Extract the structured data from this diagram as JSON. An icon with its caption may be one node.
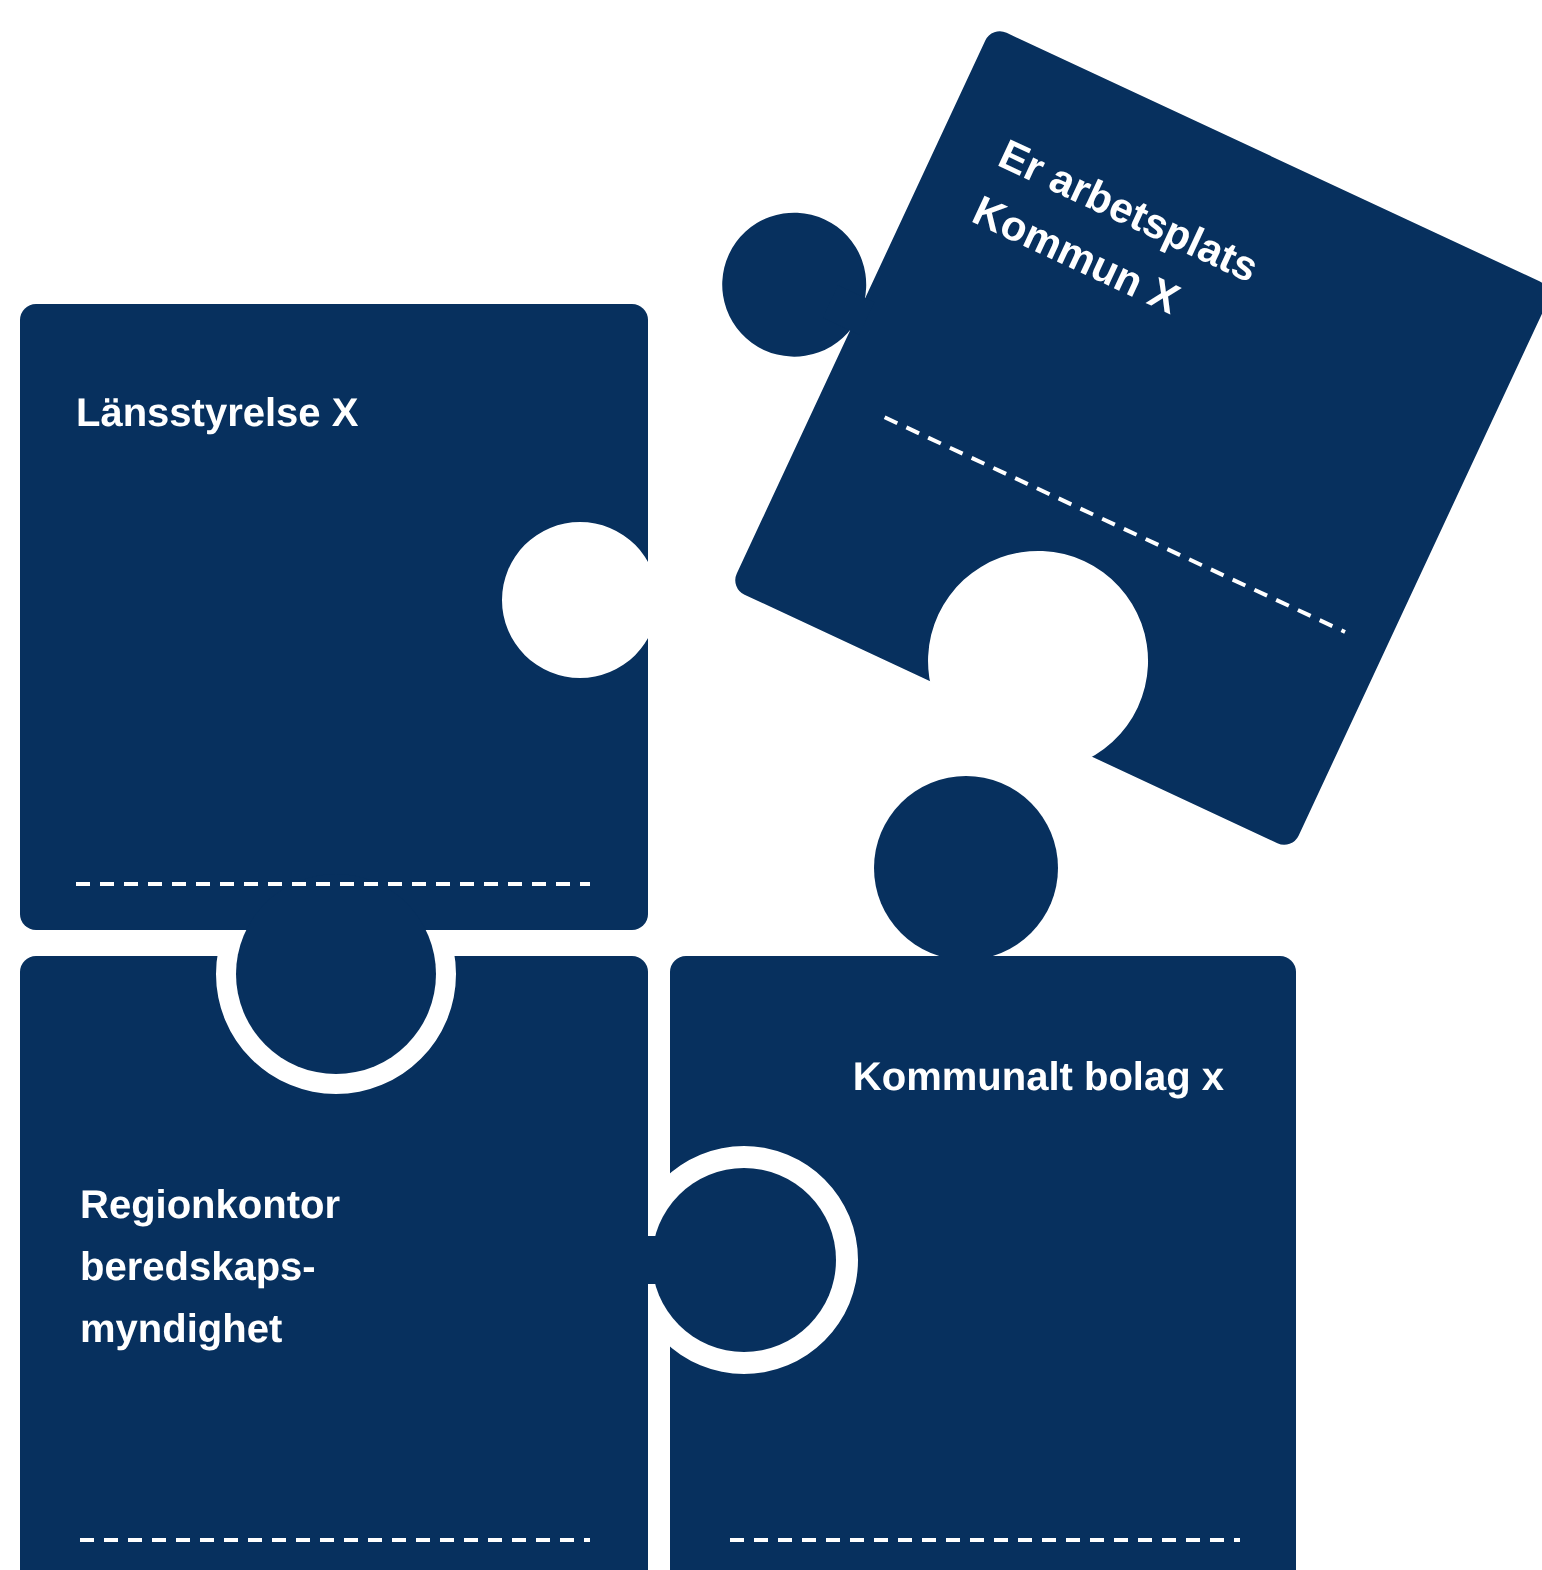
{
  "diagram": {
    "nodes": [
      {
        "text": [
          "Länsstyrelse X"
        ]
      },
      {
        "text": [
          "Er arbetsplats Kommun X"
        ]
      },
      {
        "text": [
          "Regionkontor beredskaps- myndighet"
        ]
      },
      {
        "text": [
          "Kommunalt bolag x"
        ]
      }
    ]
  }
}
